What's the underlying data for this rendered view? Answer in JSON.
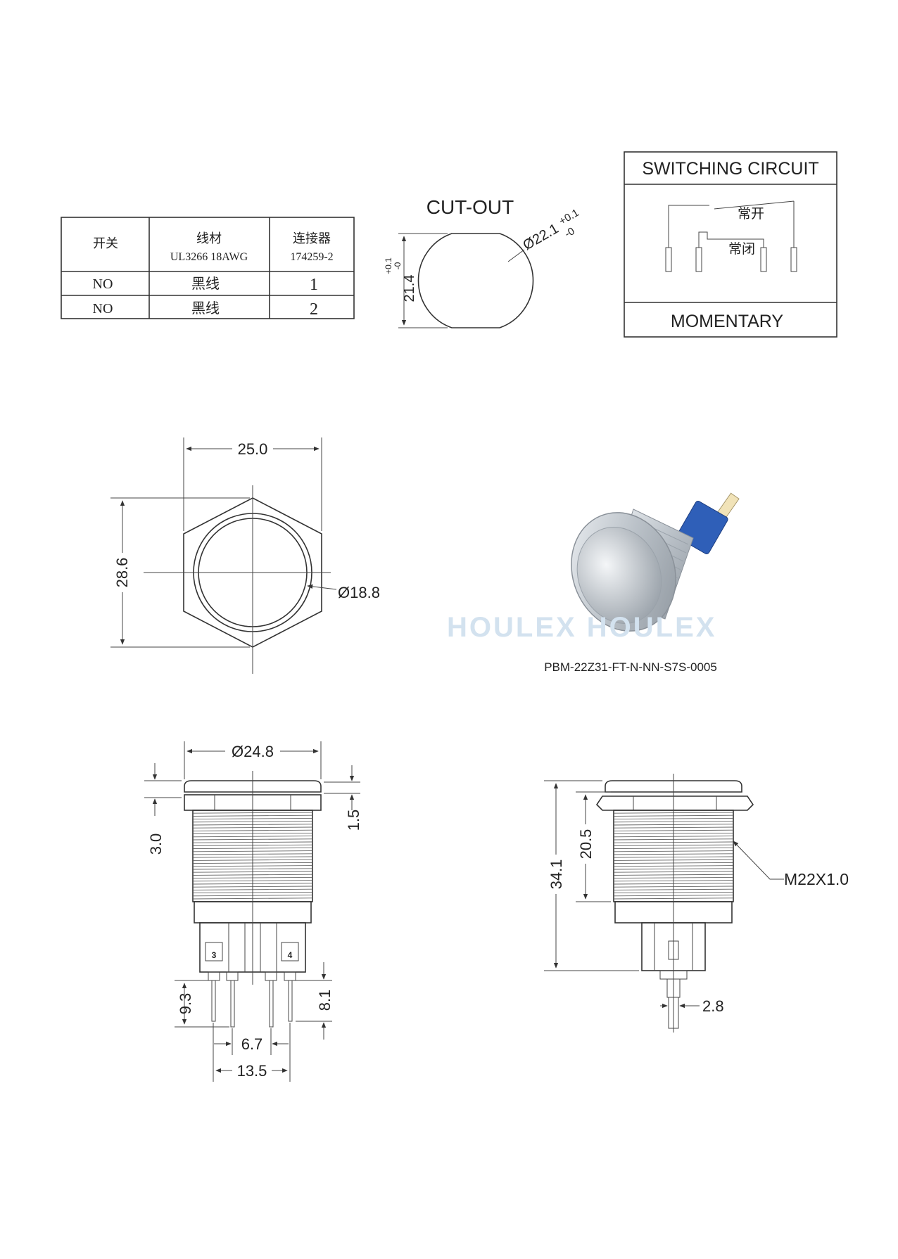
{
  "wiring_table": {
    "headers": [
      {
        "line1": "开关",
        "line2": ""
      },
      {
        "line1": "线材",
        "line2": "UL3266 18AWG"
      },
      {
        "line1": "连接器",
        "line2": "174259-2"
      }
    ],
    "rows": [
      [
        "NO",
        "黑线",
        "1"
      ],
      [
        "NO",
        "黑线",
        "2"
      ]
    ]
  },
  "cutout": {
    "title": "CUT-OUT",
    "diameter": "Ø22.1",
    "diameter_tol_plus": "+0.1",
    "diameter_tol_minus": "-0",
    "flat": "21.4",
    "flat_tol_plus": "+0.1",
    "flat_tol_minus": "-0"
  },
  "switching_circuit": {
    "title": "SWITCHING CIRCUIT",
    "label_no": "常开",
    "label_nc": "常闭",
    "footer": "MOMENTARY"
  },
  "front_view": {
    "width": "25.0",
    "height": "28.6",
    "inner_diameter": "Ø18.8"
  },
  "product": {
    "watermark": "HOULEX HOULEX",
    "part_number": "PBM-22Z31-FT-N-NN-S7S-0005",
    "colors": {
      "housing": "#c6ccd2",
      "connector": "#2f5fb8"
    }
  },
  "side_view": {
    "diameter": "Ø24.8",
    "dim_3_0": "3.0",
    "dim_1_5": "1.5",
    "dim_9_3": "9.3",
    "dim_8_1": "8.1",
    "dim_6_7": "6.7",
    "dim_13_5": "13.5",
    "pin_label_left": "3",
    "pin_label_right": "4"
  },
  "profile_view": {
    "dim_34_1": "34.1",
    "dim_20_5": "20.5",
    "thread": "M22X1.0",
    "dim_2_8": "2.8"
  }
}
